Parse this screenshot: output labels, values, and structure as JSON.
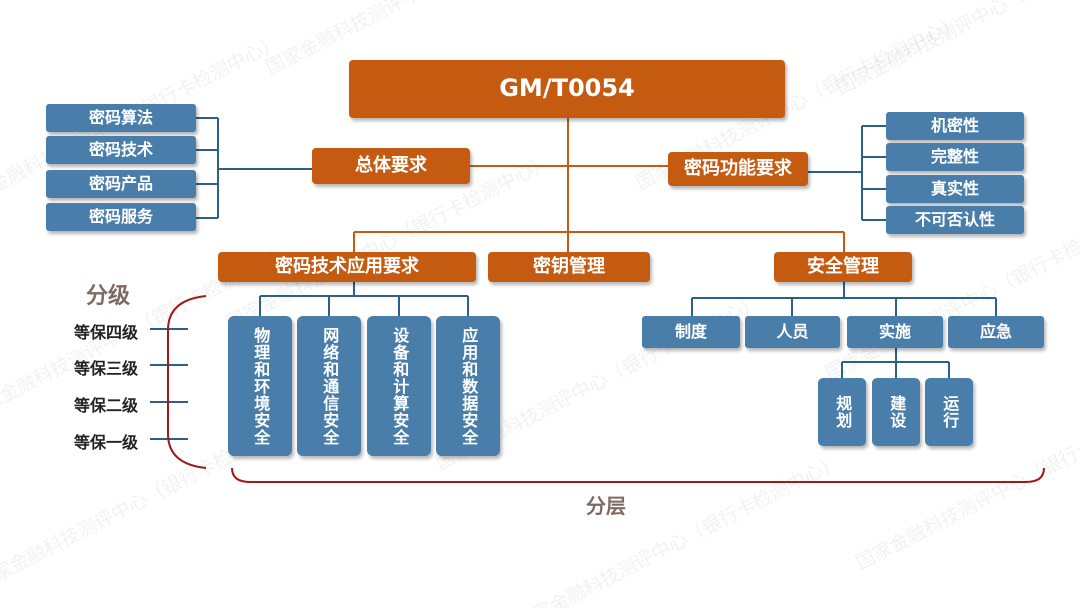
{
  "watermark": "国家金融科技测评中心（银行卡检测中心）",
  "root": "GM/T0054",
  "overall": {
    "label": "总体要求",
    "items": [
      "密码算法",
      "密码技术",
      "密码产品",
      "密码服务"
    ]
  },
  "function": {
    "label": "密码功能要求",
    "items": [
      "机密性",
      "完整性",
      "真实性",
      "不可否认性"
    ]
  },
  "tech_app": {
    "label": "密码技术应用要求",
    "items": [
      "物理和环境安全",
      "网络和通信安全",
      "设备和计算安全",
      "应用和数据安全"
    ]
  },
  "key_mgmt": {
    "label": "密钥管理"
  },
  "security_mgmt": {
    "label": "安全管理",
    "items": [
      "制度",
      "人员",
      "实施",
      "应急"
    ],
    "sub_items": [
      "规划",
      "建设",
      "运行"
    ]
  },
  "grading": {
    "label": "分级",
    "levels": [
      "等保四级",
      "等保三级",
      "等保二级",
      "等保一级"
    ]
  },
  "layering": {
    "label": "分层"
  },
  "colors": {
    "orange": "#c55a11",
    "blue": "#4a7eaa",
    "line_orange": "#c55a11",
    "line_blue": "#2e5e8a",
    "bracket": "#a01818"
  }
}
